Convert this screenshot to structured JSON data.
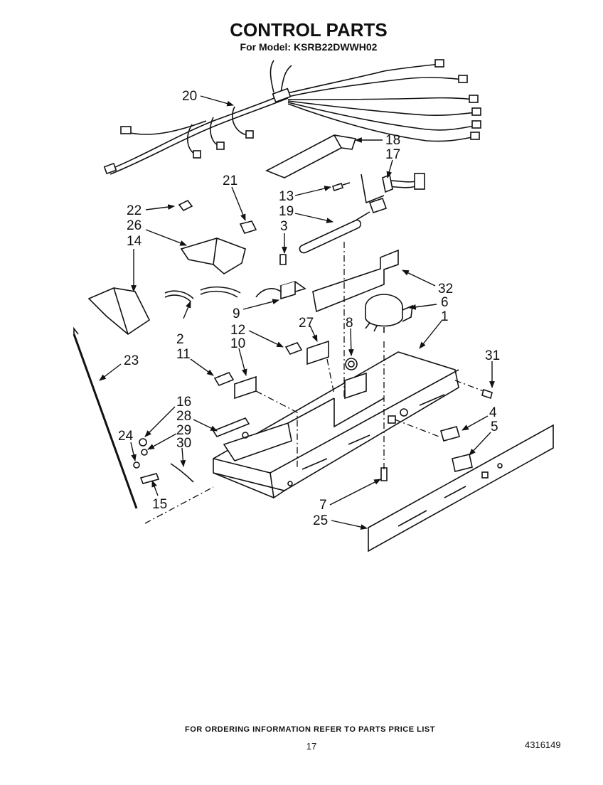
{
  "header": {
    "title": "CONTROL PARTS",
    "subtitle": "For Model: KSRB22DWWH02"
  },
  "callouts": {
    "c1": "1",
    "c2": "2",
    "c3": "3",
    "c4": "4",
    "c5": "5",
    "c6": "6",
    "c7": "7",
    "c8": "8",
    "c9": "9",
    "c10": "10",
    "c11": "11",
    "c12": "12",
    "c13": "13",
    "c14": "14",
    "c15": "15",
    "c16": "16",
    "c17": "17",
    "c18": "18",
    "c19": "19",
    "c20": "20",
    "c21": "21",
    "c22": "22",
    "c23": "23",
    "c24": "24",
    "c25": "25",
    "c26": "26",
    "c27": "27",
    "c28": "28",
    "c29": "29",
    "c30": "30",
    "c31": "31",
    "c32": "32"
  },
  "footer": {
    "ordering_note": "FOR ORDERING INFORMATION REFER TO PARTS PRICE LIST",
    "page_number": "17",
    "doc_number": "4316149"
  }
}
